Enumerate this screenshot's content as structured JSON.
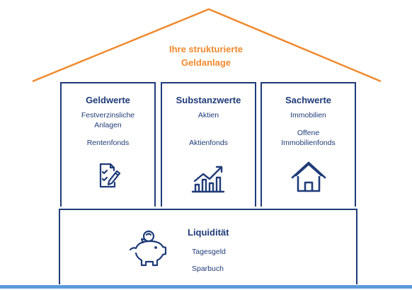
{
  "roof": {
    "line1": "Ihre strukturierte",
    "line2": "Geldanlage"
  },
  "pillars": [
    {
      "title": "Geldwerte",
      "items": [
        "Festverzinsliche",
        "Anlagen",
        "Rentenfonds"
      ],
      "icon": "document-pen-icon"
    },
    {
      "title": "Substanzwerte",
      "items": [
        "Aktien",
        "Aktienfonds"
      ],
      "icon": "rising-chart-icon"
    },
    {
      "title": "Sachwerte",
      "items": [
        "Immobilien",
        "Offene",
        "Immobilienfonds"
      ],
      "icon": "house-icon"
    }
  ],
  "base": {
    "title": "Liquidität",
    "items": [
      "Tagesgeld",
      "Sparbuch"
    ],
    "icon": "piggy-bank-icon"
  },
  "colors": {
    "roof": "#ef8a2e",
    "structure": "#1f3b78",
    "accent_line": "#5b9cd8"
  }
}
